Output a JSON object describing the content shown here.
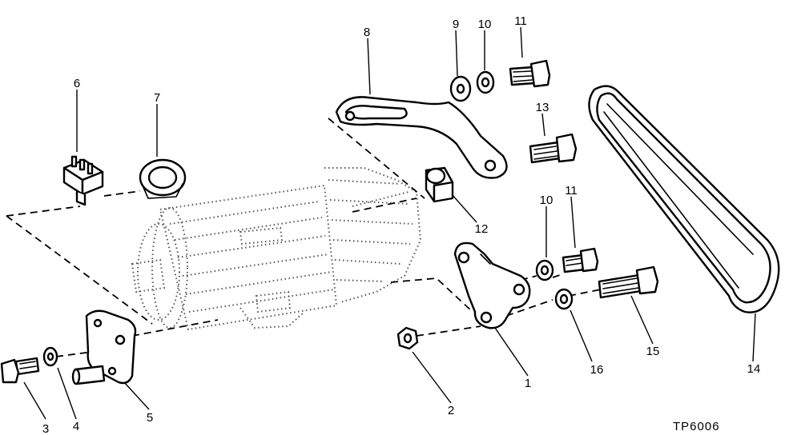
{
  "diagram": {
    "reference_code": "TP6006",
    "callouts": [
      {
        "id": "c1",
        "label": "1"
      },
      {
        "id": "c2",
        "label": "2"
      },
      {
        "id": "c3",
        "label": "3"
      },
      {
        "id": "c4",
        "label": "4"
      },
      {
        "id": "c5",
        "label": "5"
      },
      {
        "id": "c6",
        "label": "6"
      },
      {
        "id": "c7",
        "label": "7"
      },
      {
        "id": "c8",
        "label": "8"
      },
      {
        "id": "c9",
        "label": "9"
      },
      {
        "id": "c10a",
        "label": "10"
      },
      {
        "id": "c11a",
        "label": "11"
      },
      {
        "id": "c13",
        "label": "13"
      },
      {
        "id": "c12",
        "label": "12"
      },
      {
        "id": "c10b",
        "label": "10"
      },
      {
        "id": "c11b",
        "label": "11"
      },
      {
        "id": "c14",
        "label": "14"
      },
      {
        "id": "c15",
        "label": "15"
      },
      {
        "id": "c16",
        "label": "16"
      }
    ]
  }
}
